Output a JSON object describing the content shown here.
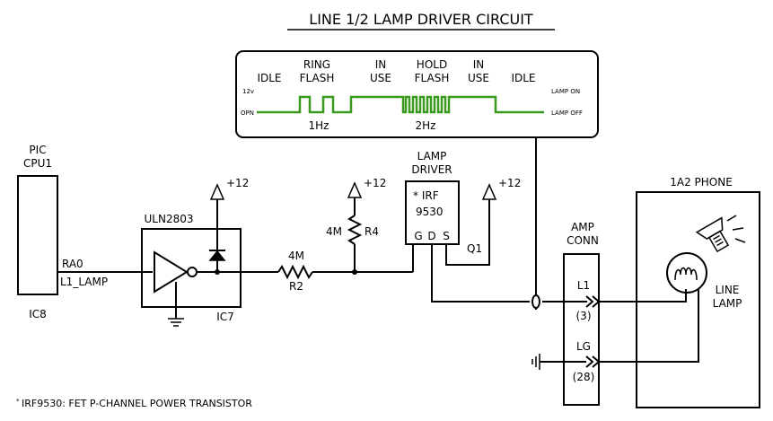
{
  "title": "LINE 1/2 LAMP DRIVER CIRCUIT",
  "timing": {
    "labels": [
      "IDLE",
      "RING",
      "FLASH",
      "IN",
      "USE",
      "HOLD",
      "FLASH",
      "IN",
      "USE",
      "IDLE"
    ],
    "y_top": "12v",
    "y_bottom": "OPN",
    "lamp_on": "LAMP ON",
    "lamp_off": "LAMP OFF",
    "freq1": "1Hz",
    "freq2": "2Hz"
  },
  "pic": {
    "label1": "PIC",
    "label2": "CPU1",
    "ic": "IC8",
    "pin": "RA0",
    "signal": "L1_LAMP"
  },
  "uln": {
    "name": "ULN2803",
    "ic": "IC7",
    "supply": "+12"
  },
  "r2": {
    "value": "4M",
    "ref": "R2"
  },
  "r4": {
    "value": "4M",
    "ref": "R4",
    "supply": "+12"
  },
  "driver": {
    "label1": "LAMP",
    "label2": "DRIVER",
    "part1": "* IRF",
    "part2": "9530",
    "g": "G",
    "d": "D",
    "s": "S",
    "q": "Q1",
    "supply": "+12"
  },
  "amp": {
    "label1": "AMP",
    "label2": "CONN",
    "l1": "L1",
    "l1_pin": "(3)",
    "lg": "LG",
    "lg_pin": "(28)"
  },
  "phone": {
    "title": "1A2 PHONE",
    "lamp1": "LINE",
    "lamp2": "LAMP"
  },
  "footnote_star": "*",
  "footnote": "IRF9530: FET P-CHANNEL POWER TRANSISTOR"
}
